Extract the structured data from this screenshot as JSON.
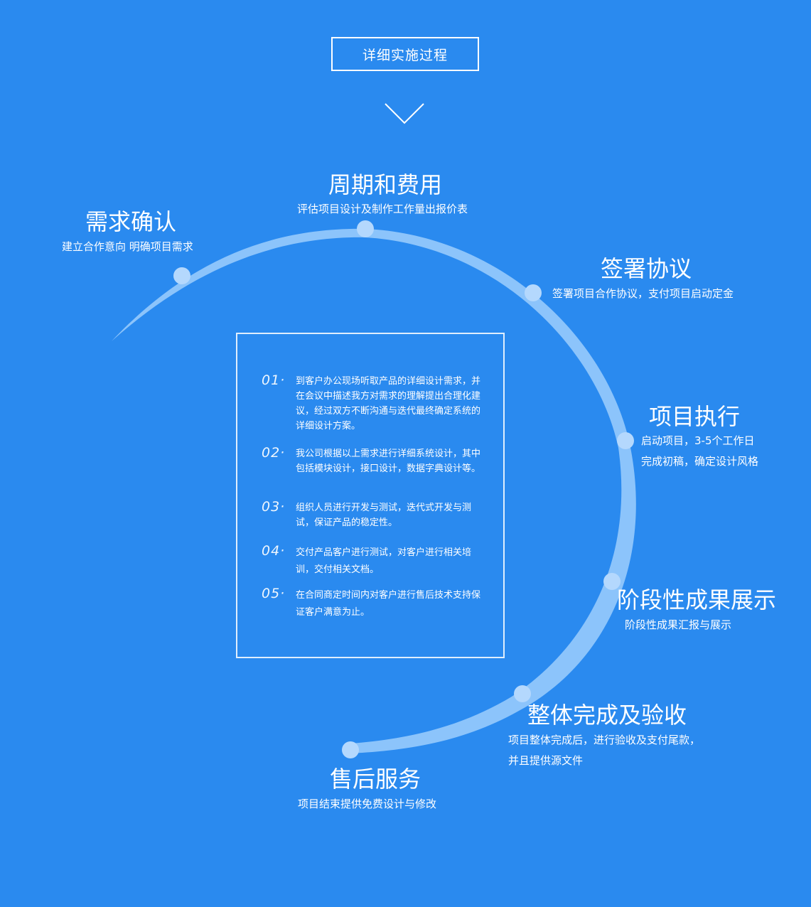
{
  "header": {
    "title": "详细实施过程"
  },
  "colors": {
    "background": "#2a8aef",
    "arc": "#8cc4fb",
    "node": "#b4d8fd",
    "text": "#ffffff"
  },
  "stages": [
    {
      "title": "需求确认",
      "desc": "建立合作意向 明确项目需求"
    },
    {
      "title": "周期和费用",
      "desc": "评估项目设计及制作工作量出报价表"
    },
    {
      "title": "签署协议",
      "desc": "签署项目合作协议，支付项目启动定金"
    },
    {
      "title": "项目执行",
      "desc_lines": [
        "启动项目，3-5个工作日",
        "完成初稿，确定设计风格"
      ]
    },
    {
      "title": "阶段性成果展示",
      "desc": "阶段性成果汇报与展示"
    },
    {
      "title": "整体完成及验收",
      "desc_lines": [
        "项目整体完成后，进行验收及支付尾款，",
        "并且提供源文件"
      ]
    },
    {
      "title": "售后服务",
      "desc": "项目结束提供免费设计与修改"
    }
  ],
  "steps": [
    {
      "num": "01·",
      "text": "到客户办公现场听取产品的详细设计需求，并在会议中描述我方对需求的理解提出合理化建议，经过双方不断沟通与迭代最终确定系统的详细设计方案。"
    },
    {
      "num": "02·",
      "text": "我公司根据以上需求进行详细系统设计，其中包括模块设计，接口设计，数据字典设计等。"
    },
    {
      "num": "03·",
      "text": "组织人员进行开发与测试，迭代式开发与测试，保证产品的稳定性。"
    },
    {
      "num": "04·",
      "text": "交付产品客户进行测试，对客户进行相关培训，交付相关文档。"
    },
    {
      "num": "05·",
      "text": "在合同商定时间内对客户进行售后技术支持保证客户满意为止。"
    }
  ]
}
